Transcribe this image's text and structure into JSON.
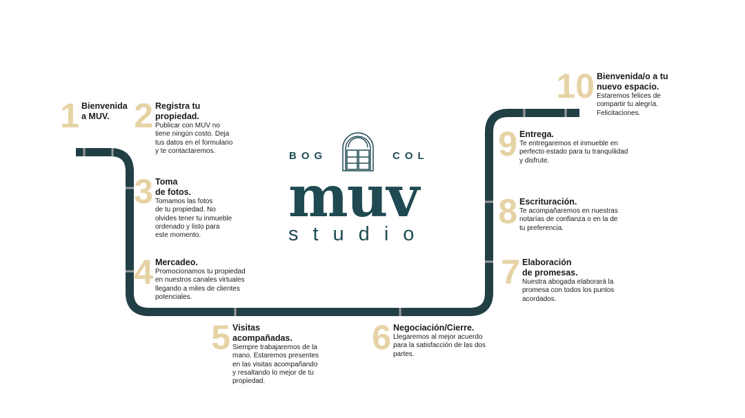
{
  "colors": {
    "road": "#213f45",
    "tick": "#9a9a9a",
    "number": "#e6d3a5",
    "brand": "#1f4a52"
  },
  "logo": {
    "city_left": "BOG",
    "city_right": "COL",
    "brand": "muv",
    "sub": "studio",
    "icon": "arched-door-icon"
  },
  "steps": [
    {
      "n": "1",
      "title": "Bienvenida\na MUV.",
      "desc": ""
    },
    {
      "n": "2",
      "title": "Registra tu\npropiedad.",
      "desc": "Publicar con MUV no\ntiene ningún costo. Deja\ntus datos en el formulario\ny te contactaremos."
    },
    {
      "n": "3",
      "title": "Toma\nde fotos.",
      "desc": "Tomamos las fotos\nde tu propiedad. No\nolvides tener tu inmueble\nordenado y listo para\neste momento."
    },
    {
      "n": "4",
      "title": "Mercadeo.",
      "desc": "Promocionamos tu propiedad\nen nuestros canales virtuales\nllegando a miles de clientes\npotenciales."
    },
    {
      "n": "5",
      "title": "Visitas\nacompañadas.",
      "desc": "Siempre trabajaremos de la\nmano. Estaremos presentes\nen las visitas acompañando\ny resaltando lo mejor de tu\npropiedad."
    },
    {
      "n": "6",
      "title": "Negociación/Cierre.",
      "desc": "Llegaremos al mejor acuerdo\npara la satisfacción de las dos\npartes."
    },
    {
      "n": "7",
      "title": "Elaboración\nde promesas.",
      "desc": "Nuestra abogada elaborará la\npromesa con todos los puntos\nacordados."
    },
    {
      "n": "8",
      "title": "Escrituración.",
      "desc": "Te acompañaremos en nuestras\nnotarías de confianza o en la de\ntu preferencia."
    },
    {
      "n": "9",
      "title": "Entrega.",
      "desc": "Te entregaremos el inmueble en\nperfecto estado para tu tranquilidad\ny disfrute."
    },
    {
      "n": "10",
      "title": "Bienvenida/o a tu\nnuevo espacio.",
      "desc": "Estaremos felices de\ncompartir tu alegría.\nFelicitaciones."
    }
  ]
}
